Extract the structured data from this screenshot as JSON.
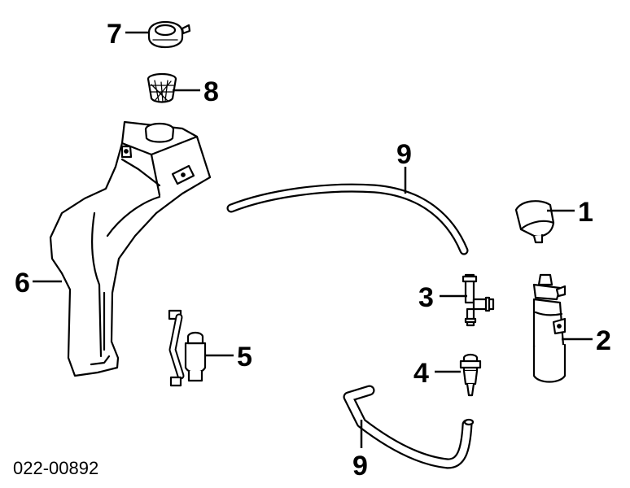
{
  "diagram": {
    "callouts": [
      "1",
      "2",
      "3",
      "4",
      "5",
      "6",
      "7",
      "8",
      "9",
      "9"
    ],
    "part_number": "022-00892"
  },
  "colors": {
    "line": "#000000",
    "background": "#ffffff"
  },
  "parts": [
    {
      "callout": "1",
      "name": "cap"
    },
    {
      "callout": "2",
      "name": "washer-pump"
    },
    {
      "callout": "3",
      "name": "tee-connector"
    },
    {
      "callout": "4",
      "name": "check-valve"
    },
    {
      "callout": "5",
      "name": "pump-with-elbow"
    },
    {
      "callout": "6",
      "name": "washer-reservoir"
    },
    {
      "callout": "7",
      "name": "filler-cap"
    },
    {
      "callout": "8",
      "name": "strainer"
    },
    {
      "callout": "9",
      "name": "hose"
    }
  ]
}
